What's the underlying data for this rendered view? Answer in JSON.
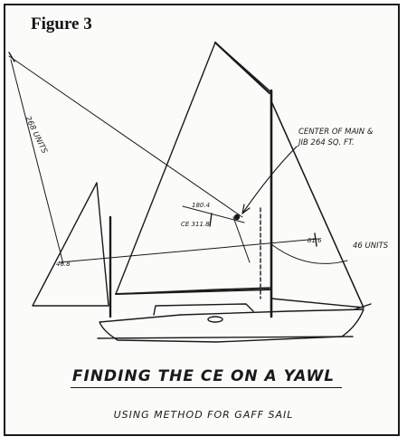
{
  "figure": {
    "title": "Figure 3",
    "caption_main": "FINDING THE CE ON A YAWL",
    "caption_sub": "USING METHOD FOR GAFF SAIL"
  },
  "annotations": {
    "center_main_line1": "CENTER OF MAIN &",
    "center_main_line2": "JIB 264 SQ. FT.",
    "units_long": "268 UNITS",
    "units_short": "46 UNITS",
    "dim_top": "180.4",
    "dim_ce": "CE 311.8",
    "dim_right": "81.6",
    "dim_left": "46.8"
  }
}
